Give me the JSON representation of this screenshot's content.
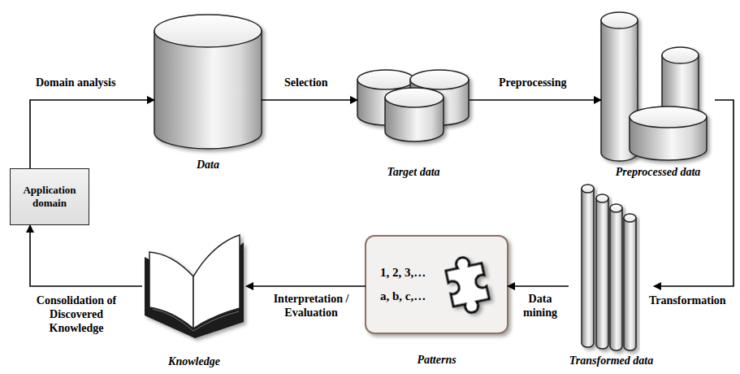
{
  "diagram": {
    "nodes": [
      {
        "text": [
          "Application domain"
        ]
      },
      {
        "text": [
          "Data"
        ]
      },
      {
        "text": [
          "Target data"
        ]
      },
      {
        "text": [
          "Preprocessed data"
        ]
      },
      {
        "text": [
          "Transformed data"
        ]
      },
      {
        "text": [
          "1, 2, 3,…",
          "a, b, c,…",
          "Patterns"
        ]
      },
      {
        "text": [
          "Knowledge"
        ]
      }
    ],
    "edges": [
      {
        "from": 0,
        "to": 1,
        "arrow": "to",
        "label": "Domain analysis"
      },
      {
        "from": 1,
        "to": 2,
        "arrow": "to",
        "label": "Selection"
      },
      {
        "from": 2,
        "to": 3,
        "arrow": "to",
        "label": "Preprocessing"
      },
      {
        "from": 3,
        "to": 4,
        "arrow": "to",
        "label": "Transformation"
      },
      {
        "from": 4,
        "to": 5,
        "arrow": "to",
        "label": "Data mining"
      },
      {
        "from": 5,
        "to": 6,
        "arrow": "to",
        "label": "Interpretation / Evaluation"
      },
      {
        "from": 6,
        "to": 0,
        "arrow": "to",
        "label": "Consolidation of Discovered Knowledge"
      }
    ]
  }
}
